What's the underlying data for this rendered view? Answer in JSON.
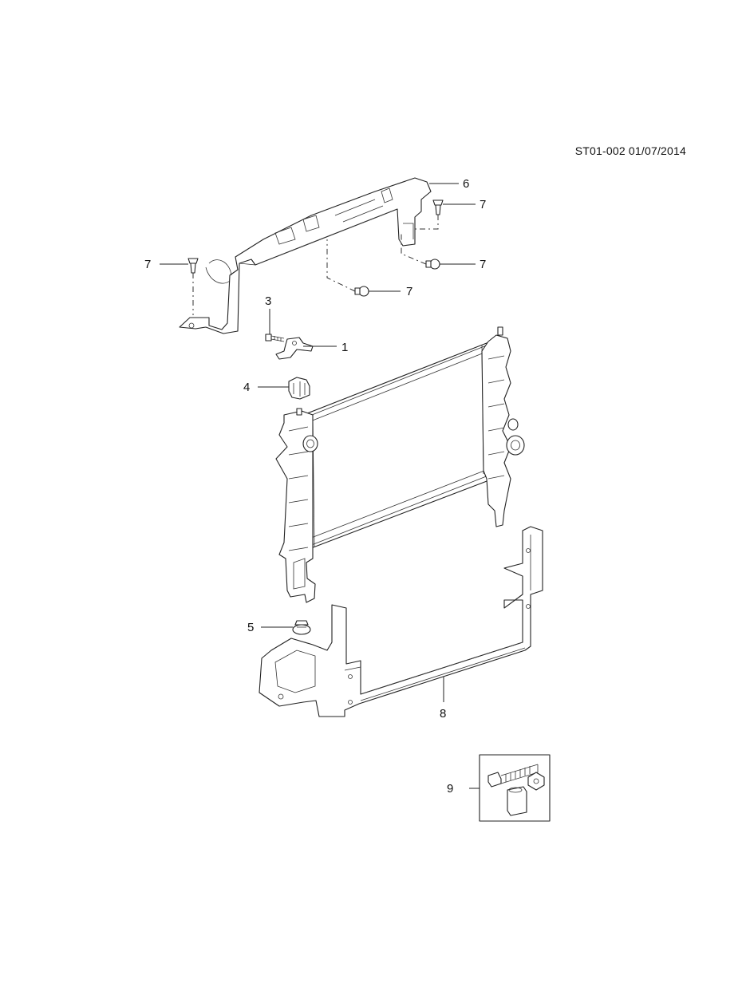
{
  "document_ref": "ST01-002 01/07/2014",
  "callouts": {
    "c1": "1",
    "c3": "3",
    "c4": "4",
    "c5": "5",
    "c6": "6",
    "c7a": "7",
    "c7b": "7",
    "c7c": "7",
    "c7d": "7",
    "c8": "8",
    "c9": "9"
  }
}
